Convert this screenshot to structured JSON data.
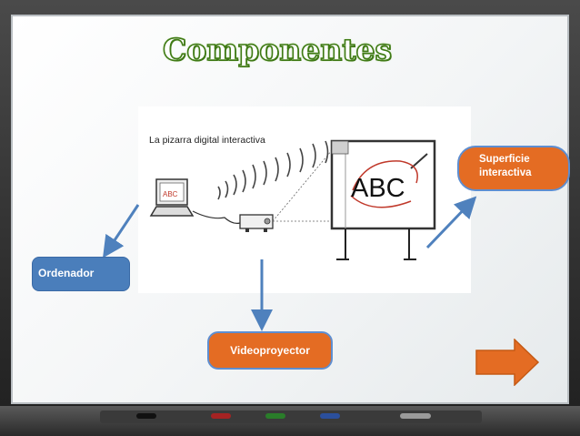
{
  "title": "Componentes",
  "illustration": {
    "caption": "La pizarra digital interactiva",
    "board_text": "ABC",
    "laptop_text": "ABC"
  },
  "labels": {
    "ordenador": "Ordenador",
    "videoproyector": "Videoproyector",
    "superficie": [
      "Superficie",
      "interactiva"
    ]
  },
  "colors": {
    "blue_box": "#4a7ebb",
    "orange_box": "#e46c23",
    "arrow": "#4f81bd",
    "title_outline": "#3f7a14"
  },
  "controls": {
    "next_icon": "right-arrow-icon"
  }
}
